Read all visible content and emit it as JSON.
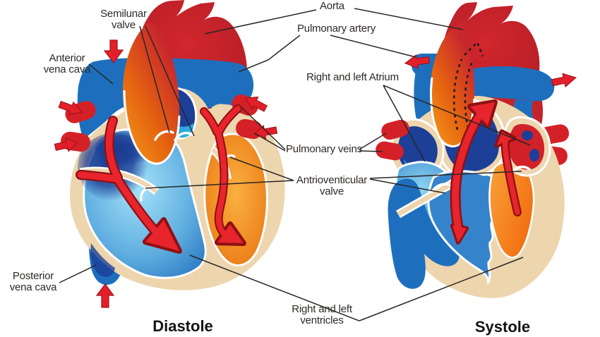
{
  "diagram": {
    "type": "anatomical-diagram",
    "subject": "Human heart blood flow during diastole and systole",
    "panels": [
      {
        "phase": "Diastole",
        "side": "left"
      },
      {
        "phase": "Systole",
        "side": "right"
      }
    ]
  },
  "labels": {
    "semilunar_valve": "Semilunar valve",
    "aorta": "Aorta",
    "pulmonary_artery": "Pulmonary artery",
    "anterior_vena_cava": "Anterior vena cava",
    "right_left_atrium": "Right and left Atrium",
    "pulmonary_veins": "Pulmonary veins",
    "antrioventicular_valve": "Antrioventicular valve",
    "posterior_vena_cava": "Posterior vena cava",
    "right_left_ventricles": "Right and left ventricles",
    "diastole": "Diastole",
    "systole": "Systole"
  },
  "colors": {
    "background": "#ffffff",
    "aorta_red": "#C5232A",
    "bright_red": "#E8242C",
    "arrow_outline": "#8F1013",
    "stub_red": "#D42127",
    "vessel_blue": "#1D6FBE",
    "chamber_blue_light": "#A5E1F8",
    "chamber_blue": "#2B79C2",
    "navy": "#1C3F97",
    "cyan_accent": "#2FA8E1",
    "orange_light": "#FBB040",
    "orange": "#F7941E",
    "orange_deep": "#E87511",
    "cream": "#EDD5AE",
    "label_text": "#2d2a26",
    "line": "#25211e"
  }
}
